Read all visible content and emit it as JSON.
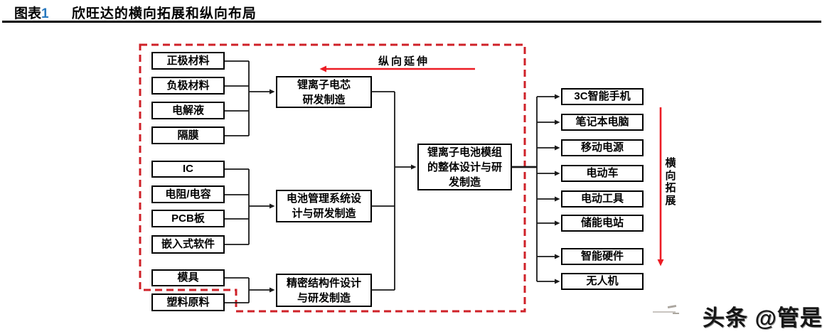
{
  "title": {
    "figure_word": "图表",
    "figure_number": "1",
    "text": "欣旺达的横向拓展和纵向布局"
  },
  "colors": {
    "red_border": "#cf2128",
    "red_arrow": "#ec1c24",
    "line_black": "#1a1a1a",
    "figure_number_blue": "#2878be"
  },
  "diagram": {
    "groups": [
      {
        "name": "cell-materials",
        "items": [
          "正极材料",
          "负极材料",
          "电解液",
          "隔膜"
        ]
      },
      {
        "name": "bms-components",
        "items": [
          "IC",
          "电阻/电容",
          "PCB板",
          "嵌入式软件"
        ]
      },
      {
        "name": "structure-materials",
        "items": [
          "模具",
          "塑料原料"
        ]
      }
    ],
    "processes": [
      "锂离子电芯\n研发制造",
      "电池管理系统设\n计与研发制造",
      "精密结构件设计\n与研发制造"
    ],
    "center": "锂离子电池模组\n的整体设计与研\n发制造",
    "outputs": [
      "3C智能手机",
      "笔记本电脑",
      "移动电源",
      "电动车",
      "电动工具",
      "储能电站",
      "智能硬件",
      "无人机"
    ],
    "annotations": {
      "vertical_extension": "纵向延伸",
      "horizontal_expansion": "横向拓展"
    }
  },
  "watermark": {
    "text": "头条 @管是"
  }
}
